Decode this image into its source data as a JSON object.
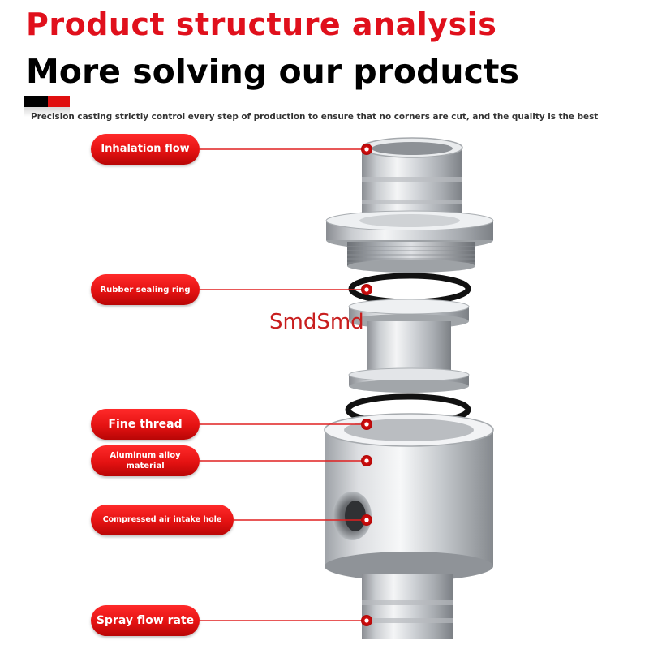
{
  "header": {
    "title": "Product structure analysis",
    "headline": "More solving our products",
    "subtitle": "Precision casting strictly control every step of production to ensure that no corners are cut, and the quality is the best"
  },
  "watermark": "SmdSmd",
  "labels": [
    {
      "name": "inhalation-flow",
      "text": "Inhalation flow"
    },
    {
      "name": "rubber-sealing-ring",
      "text": "Rubber sealing ring"
    },
    {
      "name": "fine-thread",
      "text": "Fine thread"
    },
    {
      "name": "aluminum-alloy",
      "line1": "Aluminum alloy",
      "line2": "material"
    },
    {
      "name": "compressed-air-intake-hole",
      "text": "Compressed air intake hole"
    },
    {
      "name": "spray-flow-rate",
      "text": "Spray flow rate"
    }
  ],
  "colors": {
    "title_red": "#e0101c",
    "pill_red": "#e41212",
    "line_red": "#e02020"
  }
}
